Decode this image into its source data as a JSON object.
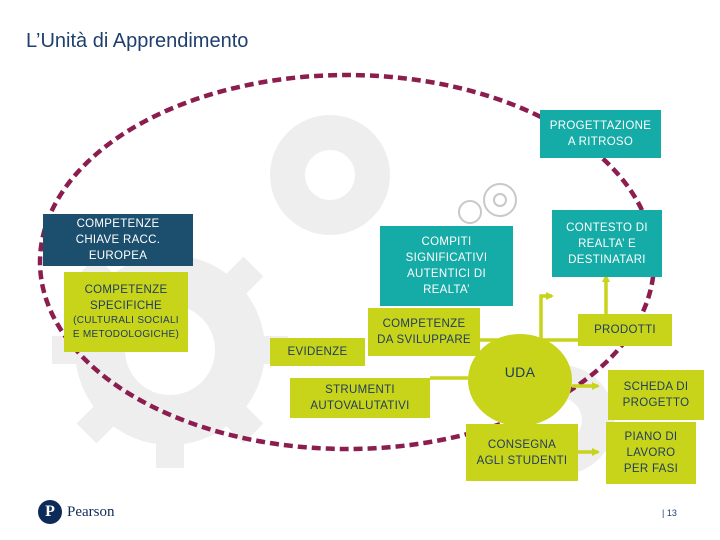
{
  "title": "L’Unità di Apprendimento",
  "boxes": {
    "progettazione": "PROGETTAZIONE A RITROSO",
    "competenze_chiave": "COMPETENZE CHIAVE RACC. EUROPEA",
    "competenze_specifiche": "COMPETENZE SPECIFICHE",
    "competenze_specifiche_sub": "(CULTURALI SOCIALI E METODOLOGICHE)",
    "compiti": "COMPITI SIGNIFICATIVI AUTENTICI DI REALTA’",
    "contesto": "CONTESTO DI REALTA’ E DESTINATARI",
    "competenze_sviluppare": "COMPETENZE DA SVILUPPARE",
    "prodotti": "PRODOTTI",
    "evidenze": "EVIDENZE",
    "uda": "UDA",
    "strumenti": "STRUMENTI AUTOVALUTATIVI",
    "scheda": "SCHEDA DI PROGETTO",
    "consegna": "CONSEGNA AGLI STUDENTI",
    "piano": "PIANO DI LAVORO PER FASI"
  },
  "footer": {
    "logo_letter": "P",
    "logo_text": "Pearson",
    "page": "13"
  },
  "colors": {
    "teal": "#15aba7",
    "navy": "#1b4f6d",
    "lime": "#c7d41a",
    "dashed_cycle": "#8b1e4f",
    "gear": "#eeeeee"
  }
}
